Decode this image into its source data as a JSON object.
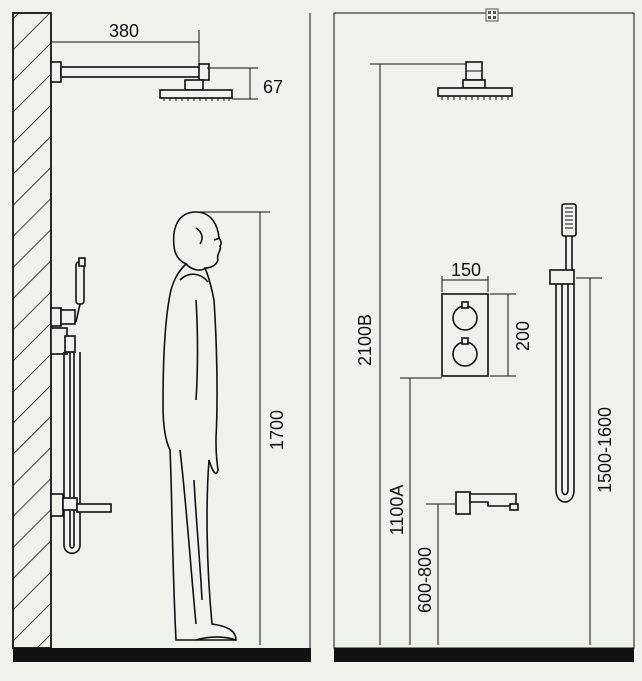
{
  "left_view": {
    "arm_length": "380",
    "head_drop": "67",
    "person_height": "1700"
  },
  "right_view": {
    "shower_head_height": "2100B",
    "valve_width": "150",
    "valve_height": "200",
    "valve_mount_height": "1100A",
    "spout_height": "600-800",
    "hand_shower_height": "1500-1600"
  },
  "colors": {
    "line": "#111111",
    "background": "#eef3ec",
    "floor": "#111111"
  },
  "icons": [
    "qr-code-icon"
  ]
}
